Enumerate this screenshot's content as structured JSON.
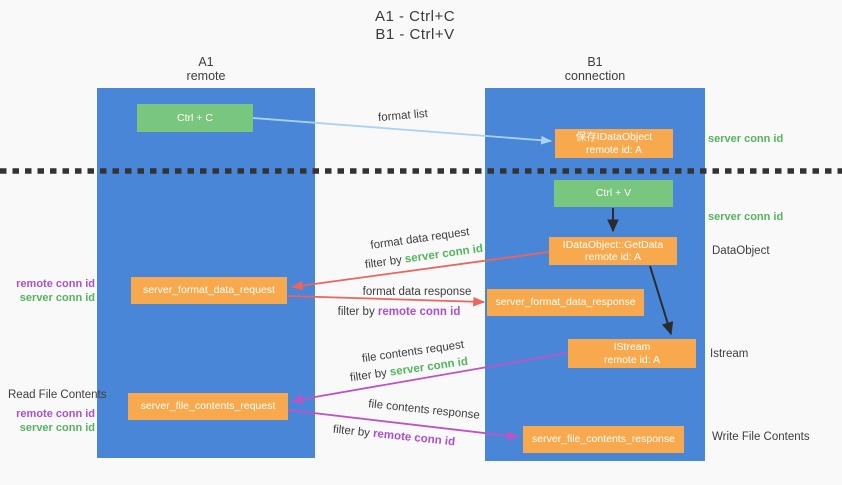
{
  "title": {
    "line1": "A1 - Ctrl+C",
    "line2": "B1 - Ctrl+V"
  },
  "columns": {
    "left": {
      "name": "A1",
      "subtitle": "remote"
    },
    "right": {
      "name": "B1",
      "subtitle": "connection"
    }
  },
  "nodes": {
    "ctrl_c": "Ctrl + C",
    "save_idataobject_line1": "保存IDataObject",
    "save_idataobject_line2": "remote id: A",
    "ctrl_v": "Ctrl + V",
    "getdata_line1": "IDataObject::GetData",
    "getdata_line2": "remote id: A",
    "format_request": "server_format_data_request",
    "format_response": "server_format_data_response",
    "istream_line1": "IStream",
    "istream_line2": "remote id: A",
    "file_request": "server_file_contents_request",
    "file_response": "server_file_contents_response"
  },
  "edge_labels": {
    "format_list": "format list",
    "format_data_request": "format data request",
    "format_data_response": "format data response",
    "file_contents_request": "file contents request",
    "file_contents_response": "file contents response",
    "filter_by": "filter by",
    "server_conn_id": "server conn id",
    "remote_conn_id": "remote conn id"
  },
  "side_labels": {
    "right_server_conn_id_top": "server conn id",
    "right_server_conn_id_mid": "server conn id",
    "right_dataobject": "DataObject",
    "right_istream": "Istream",
    "right_write_file": "Write File Contents",
    "left_remote_conn_id_top": "remote conn id",
    "left_server_conn_id_top": "server conn id",
    "left_read_file": "Read File Contents",
    "left_remote_conn_id_bottom": "remote conn id",
    "left_server_conn_id_bottom": "server conn id"
  },
  "colors": {
    "lane_blue": "#4a86d8",
    "node_green": "#79c67e",
    "node_orange": "#f8a94d",
    "text_green": "#54b45f",
    "text_purple": "#ab4fd1",
    "arrow_red": "#e9655e",
    "arrow_magenta": "#bc53c6",
    "arrow_light_blue": "#a9d2f3",
    "arrow_black": "#2b2b2b",
    "background": "#f9f9f9"
  }
}
